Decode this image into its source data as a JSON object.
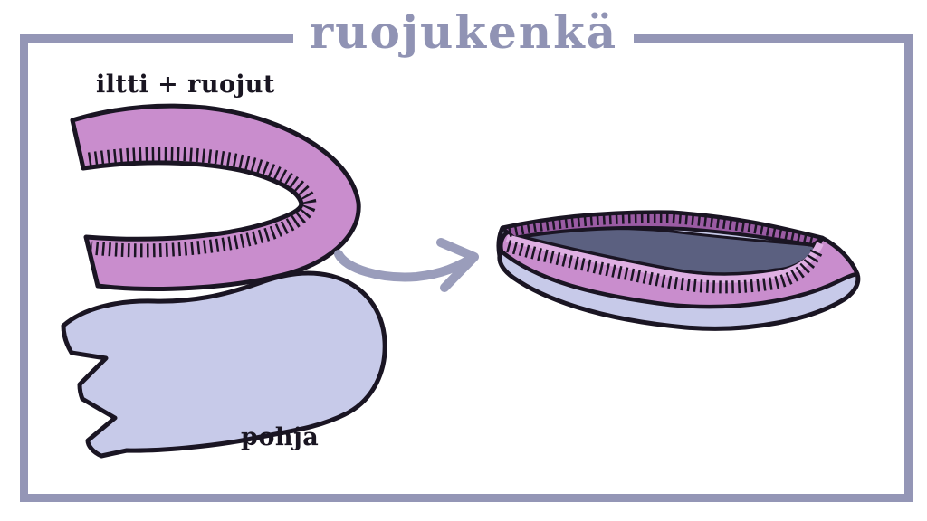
{
  "title": "ruojukenkä",
  "pieces": {
    "upper_label": "iltti + ruojut",
    "sole_label": "pohja"
  },
  "icons": {
    "arrow": "curved-right-arrow"
  },
  "palette": {
    "frame": "#9496b6",
    "title_text": "#9093b4",
    "label_text": "#191521",
    "outline": "#1a1523",
    "upper_pink": "#c98dcd",
    "binding_light_pink": "#dfb0e3",
    "collar_inner_purple": "#9a5ba3",
    "insole_dark": "#5b6080",
    "sole_lavender": "#c7cae9",
    "arrow": "#9a9dbb",
    "background": "#ffffff"
  }
}
